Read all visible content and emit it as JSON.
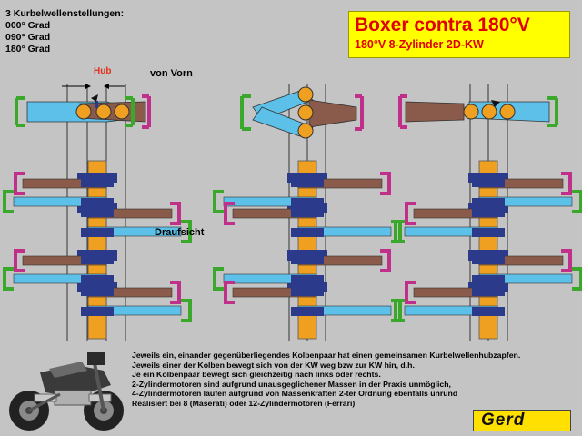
{
  "positions": {
    "heading": "3 Kurbelwellenstellungen:",
    "items": [
      "000° Grad",
      "090° Grad",
      "180° Grad"
    ]
  },
  "title": {
    "main": "Boxer contra 180°V",
    "sub": "180°V   8-Zylinder 2D-KW"
  },
  "labels": {
    "hub": "Hub",
    "front_view": "von Vorn",
    "top_view": "Draufsicht"
  },
  "description": [
    "Jeweils ein, einander gegenüberliegendes Kolbenpaar hat einen gemeinsamen Kurbelwellenhubzapfen.",
    "Jeweils einer der Kolben bewegt sich von der KW weg bzw zur KW hin, d.h.",
    "Je ein Kolbenpaar bewegt sich gleichzeitig nach links oder rechts.",
    "2-Zylindermotoren sind aufgrund unausgeglichener Massen in der Praxis unmöglich,",
    "4-Zylindermotoren laufen aufgrund von Massenkräften 2-ter Ordnung ebenfalls unrund",
    "Realisiert bei 8 (Maserati) oder 12-Zylindermotoren (Ferrari)"
  ],
  "logo": {
    "text": "Gerd"
  },
  "colors": {
    "background": "#c4c4c4",
    "title_box": "#ffff00",
    "title_text": "#e00000",
    "crank_orange": "#f0a020",
    "rod_brown": "#8a5a4a",
    "rod_blue": "#5cc0e8",
    "bearing_navy": "#2c3a8c",
    "cylinder_magenta": "#c0308a",
    "cylinder_green": "#3aa82a"
  }
}
